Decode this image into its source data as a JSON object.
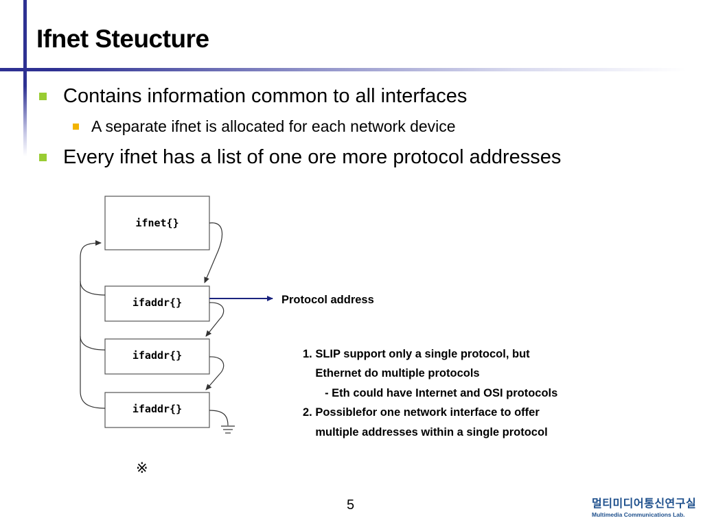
{
  "slide": {
    "title": "Ifnet Steucture",
    "bullets": [
      {
        "level": 1,
        "text": "Contains information common to all interfaces"
      },
      {
        "level": 2,
        "text": "A separate ifnet is allocated for each network device"
      },
      {
        "level": 1,
        "text": "Every ifnet has a list of one ore more protocol addresses"
      }
    ]
  },
  "diagram": {
    "boxes": [
      "ifnet{}",
      "ifaddr{}",
      "ifaddr{}",
      "ifaddr{}"
    ],
    "callout": "Protocol address"
  },
  "notes": [
    "1. SLIP support only a single protocol, but",
    "    Ethernet do multiple protocols",
    "       - Eth could have Internet and OSI protocols",
    "2. Possiblefor one network interface to offer",
    "    multiple addresses within a single protocol"
  ],
  "reference_mark": "※",
  "page_number": "5",
  "logo": {
    "korean": "멀티미디어통신연구실",
    "english": "Multimedia Communications Lab."
  },
  "colors": {
    "accent_bar": "#2e3192",
    "bullet_level1": "#99cc33",
    "bullet_level2": "#f2b400",
    "arrow": "#1a237e",
    "logo": "#1d4f8c"
  }
}
